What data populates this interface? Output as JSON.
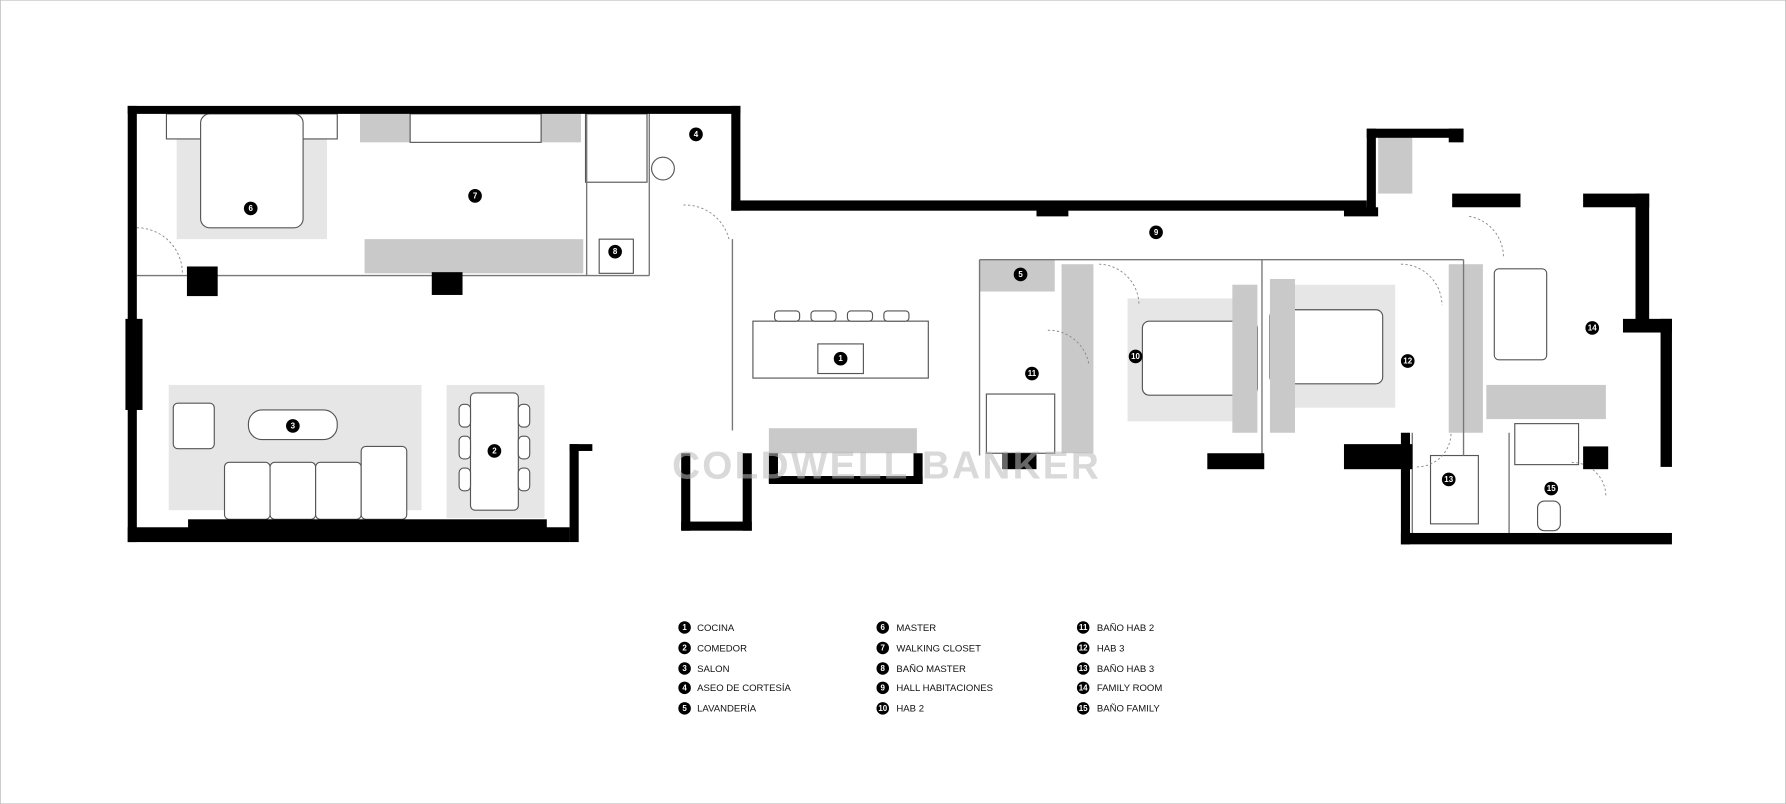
{
  "watermark": "COLDWELL BANKER",
  "rooms": [
    {
      "num": "1",
      "name": "COCINA"
    },
    {
      "num": "2",
      "name": "COMEDOR"
    },
    {
      "num": "3",
      "name": "SALON"
    },
    {
      "num": "4",
      "name": "ASEO DE CORTESÍA"
    },
    {
      "num": "5",
      "name": "LAVANDERÍA"
    },
    {
      "num": "6",
      "name": "MASTER"
    },
    {
      "num": "7",
      "name": "WALKING CLOSET"
    },
    {
      "num": "8",
      "name": "BAÑO MASTER"
    },
    {
      "num": "9",
      "name": "HALL HABITACIONES"
    },
    {
      "num": "10",
      "name": "HAB 2"
    },
    {
      "num": "11",
      "name": "BAÑO HAB 2"
    },
    {
      "num": "12",
      "name": "HAB 3"
    },
    {
      "num": "13",
      "name": "BAÑO HAB 3"
    },
    {
      "num": "14",
      "name": "FAMILY ROOM"
    },
    {
      "num": "15",
      "name": "BAÑO FAMILY"
    }
  ]
}
